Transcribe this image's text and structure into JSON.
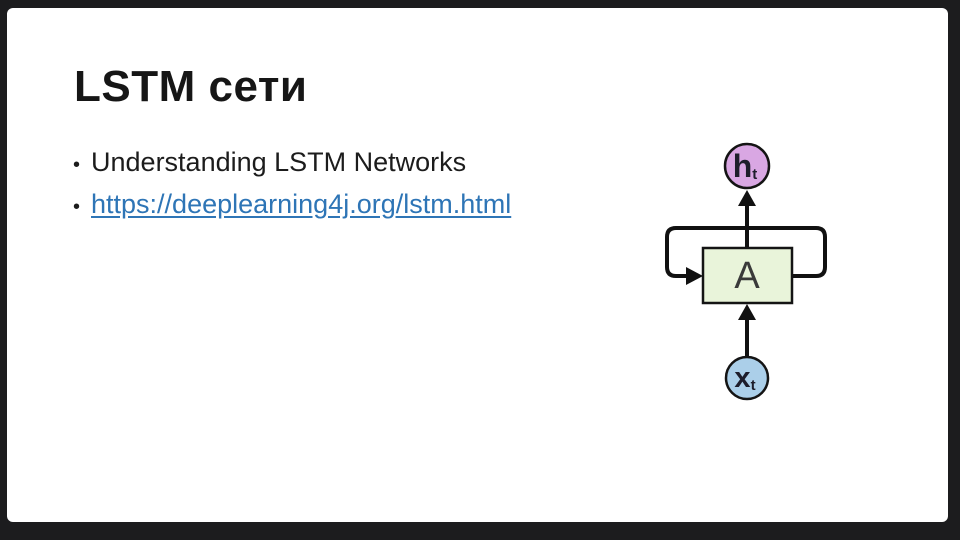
{
  "slide": {
    "background_color": "#1c1c1e",
    "surface_color": "#ffffff",
    "title": "LSTM сети",
    "bullet_glyph": "•",
    "bullets": [
      {
        "label": "Understanding LSTM Networks"
      },
      {
        "label": "https://deeplearning4j.org/lstm.html",
        "href": "https://deeplearning4j.org/lstm.html"
      }
    ],
    "link_color": "#2e75b6"
  },
  "diagram": {
    "line_color": "#111111",
    "nodes": {
      "output": {
        "label": "h",
        "subscript": "t",
        "fill": "#d9a7e3"
      },
      "cell": {
        "label": "A",
        "fill": "#e9f4da"
      },
      "input": {
        "label": "x",
        "subscript": "t",
        "fill": "#abcfe9"
      }
    }
  }
}
